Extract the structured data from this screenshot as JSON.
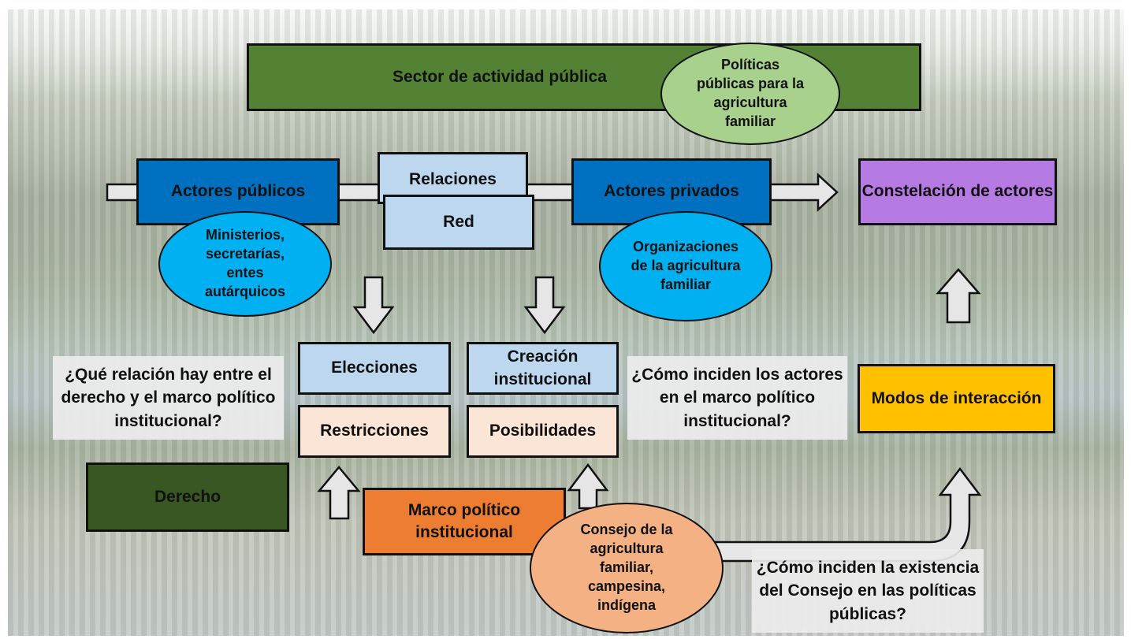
{
  "diagram": {
    "sector": "Sector de actividad pública",
    "politicas": "Políticas públicas para la agricultura familiar",
    "actores_publicos": "Actores públicos",
    "relaciones": "Relaciones",
    "red": "Red",
    "actores_privados": "Actores privados",
    "constelacion": "Constelación de actores",
    "ministerios": "Ministerios, secretarías, entes autárquicos",
    "organizaciones": "Organizaciones de la agricultura familiar",
    "elecciones": "Elecciones",
    "creacion": "Creación institucional",
    "restricciones": "Restricciones",
    "posibilidades": "Posibilidades",
    "modos": "Modos de interacción",
    "derecho": "Derecho",
    "marco": "Marco político institucional",
    "consejo": "Consejo de la agricultura familiar, campesina, indígena",
    "q1": "¿Qué relación hay entre el derecho y el marco político institucional?",
    "q2": "¿Cómo inciden los actores en el marco político institucional?",
    "q3": "¿Cómo inciden la existencia del Consejo en las políticas públicas?"
  },
  "colors": {
    "dark_green": "#548235",
    "light_green": "#a9d18e",
    "darker_green": "#385723",
    "blue": "#0070c0",
    "light_blue": "#bdd7ee",
    "cyan": "#00b0f0",
    "purple": "#b57be3",
    "light_orange": "#fbe5d6",
    "orange": "#ed7d31",
    "salmon": "#f4b183",
    "yellow": "#ffc000",
    "arrow_fill": "#e7e6e6"
  }
}
